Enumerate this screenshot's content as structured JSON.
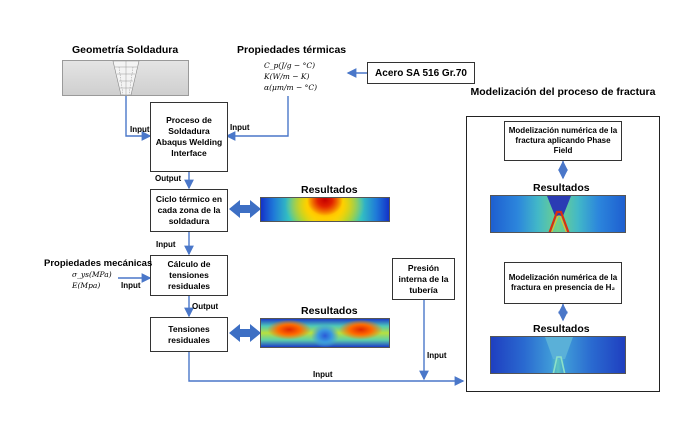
{
  "geometry": {
    "title": "Geometría Soldadura"
  },
  "thermal": {
    "title": "Propiedades térmicas",
    "props": [
      "C_p(J/g − °C)",
      "K(W/m − K)",
      "α(μm/m − °C)"
    ]
  },
  "steel": {
    "label": "Acero SA 516 Gr.70"
  },
  "process": {
    "label": "Proceso de Soldadura Abaqus Welding Interface"
  },
  "thermal_cycle": {
    "label": "Ciclo térmico en cada zona de la soldadura"
  },
  "residual_calc": {
    "label": "Cálculo de tensiones residuales"
  },
  "residual": {
    "label": "Tensiones residuales"
  },
  "pressure": {
    "label": "Presión interna de la tubería"
  },
  "mechanical": {
    "title": "Propiedades mecánicas",
    "props": [
      "σ_ys(MPa)",
      "E(Mpa)"
    ]
  },
  "results_labels": [
    "Resultados",
    "Resultados",
    "Resultados",
    "Resultados"
  ],
  "fracture": {
    "title": "Modelización del proceso de fractura",
    "phase_field": "Modelización numérica de la fractura aplicando Phase Field",
    "hydrogen": "Modelización numérica de la fractura en presencia de H₂"
  },
  "arrow_labels": {
    "input_geometry": "Input",
    "input_thermal": "Input",
    "output_process": "Output",
    "input_cycle": "Input",
    "input_mechanical": "Input",
    "output_calc": "Output",
    "input_pressure": "Input",
    "input_bottom": "Input"
  },
  "colors": {
    "arrow": "#4a77c9",
    "double_arrow": "#3d6fc4"
  }
}
